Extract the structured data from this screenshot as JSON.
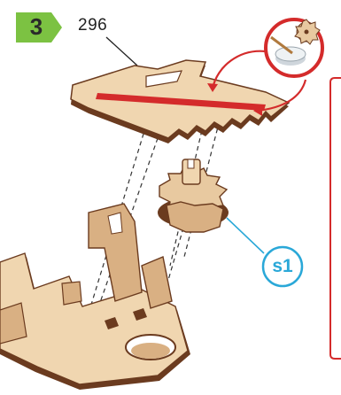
{
  "step": {
    "number": "3",
    "badge_color": "#7cc242"
  },
  "part": {
    "number": "296"
  },
  "callout": {
    "label": "s1",
    "color": "#2aa8d8"
  },
  "colors": {
    "wood_light": "#f0d6b0",
    "wood_mid": "#d9b083",
    "wood_dark": "#6b3b1f",
    "accent_red": "#d42b2b",
    "note_border": "#d42b2b"
  },
  "icons": [
    "soap-bar-icon",
    "gear-piece-icon"
  ]
}
